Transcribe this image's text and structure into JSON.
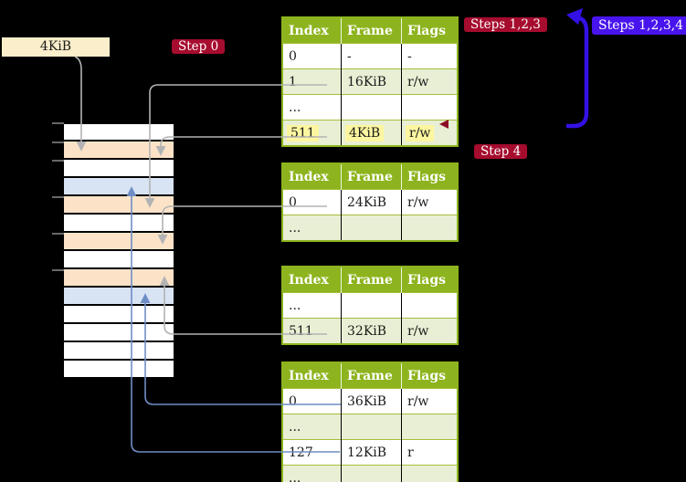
{
  "colors": {
    "background": "#000000",
    "table_header_green": "#8db41e",
    "table_border_green": "#a4bf3a",
    "table_row_alt_green": "#e8efd4",
    "highlight_yellow": "#fdf6a0",
    "badge_red": "#a60c2e",
    "badge_blue": "#4814ee",
    "thick_arrow_blue": "#3311e6",
    "thin_arrow_blue": "#6f8ec6",
    "thin_arrow_gray": "#b3b3b3",
    "tick_gray": "#8a8a8a",
    "mem_orange": "#fce3c8",
    "mem_blue": "#d8e3f4",
    "mem_white": "#ffffff",
    "box_tan": "#faeecb"
  },
  "labels": {
    "frame_size_box": "4KiB",
    "step0_badge": "Step 0",
    "steps123_badge": "Steps 1,2,3",
    "steps1234_badge": "Steps 1,2,3,4",
    "step4_badge": "Step 4"
  },
  "memory": {
    "rows": [
      "white",
      "orange",
      "white",
      "blue",
      "orange",
      "white",
      "orange",
      "white",
      "orange",
      "blue",
      "white",
      "white",
      "white",
      "white"
    ]
  },
  "tables": [
    {
      "id": "1",
      "columns": [
        "Index",
        "Frame",
        "Flags"
      ],
      "rows": [
        {
          "cells": [
            "0",
            "-",
            "-"
          ]
        },
        {
          "cells": [
            "1",
            "16KiB",
            "r/w"
          ]
        },
        {
          "cells": [
            "...",
            "",
            ""
          ]
        },
        {
          "cells": [
            "511",
            "4KiB",
            "r/w"
          ],
          "highlighted": true
        }
      ]
    },
    {
      "id": "2",
      "columns": [
        "Index",
        "Frame",
        "Flags"
      ],
      "rows": [
        {
          "cells": [
            "0",
            "24KiB",
            "r/w"
          ]
        },
        {
          "cells": [
            "...",
            "",
            ""
          ]
        }
      ]
    },
    {
      "id": "3",
      "columns": [
        "Index",
        "Frame",
        "Flags"
      ],
      "rows": [
        {
          "cells": [
            "...",
            "",
            ""
          ]
        },
        {
          "cells": [
            "511",
            "32KiB",
            "r/w"
          ]
        }
      ]
    },
    {
      "id": "4",
      "columns": [
        "Index",
        "Frame",
        "Flags"
      ],
      "rows": [
        {
          "cells": [
            "0",
            "36KiB",
            "r/w"
          ]
        },
        {
          "cells": [
            "...",
            "",
            ""
          ]
        },
        {
          "cells": [
            "127",
            "12KiB",
            "r"
          ]
        },
        {
          "cells": [
            "...",
            "",
            ""
          ]
        }
      ]
    }
  ]
}
